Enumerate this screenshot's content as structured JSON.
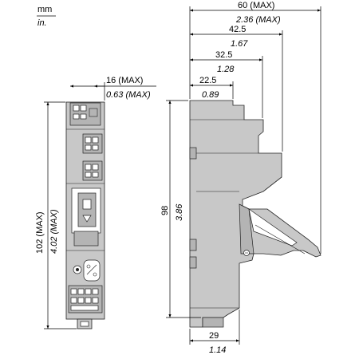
{
  "units": {
    "metric": "mm",
    "imperial": "in."
  },
  "front_view": {
    "width": {
      "mm": "16 (MAX)",
      "in": "0.63 (MAX)"
    },
    "height": {
      "mm": "102 (MAX)",
      "in": "4.02 (MAX)"
    }
  },
  "side_view": {
    "overall_width": {
      "mm": "60 (MAX)",
      "in": "2.36 (MAX)"
    },
    "width_2": {
      "mm": "42.5",
      "in": "1.67"
    },
    "width_3": {
      "mm": "32.5",
      "in": "1.28"
    },
    "width_4": {
      "mm": "22.5",
      "in": "0.89"
    },
    "height": {
      "mm": "98",
      "in": "3.86"
    },
    "base_width": {
      "mm": "29",
      "in": "1.14"
    }
  }
}
